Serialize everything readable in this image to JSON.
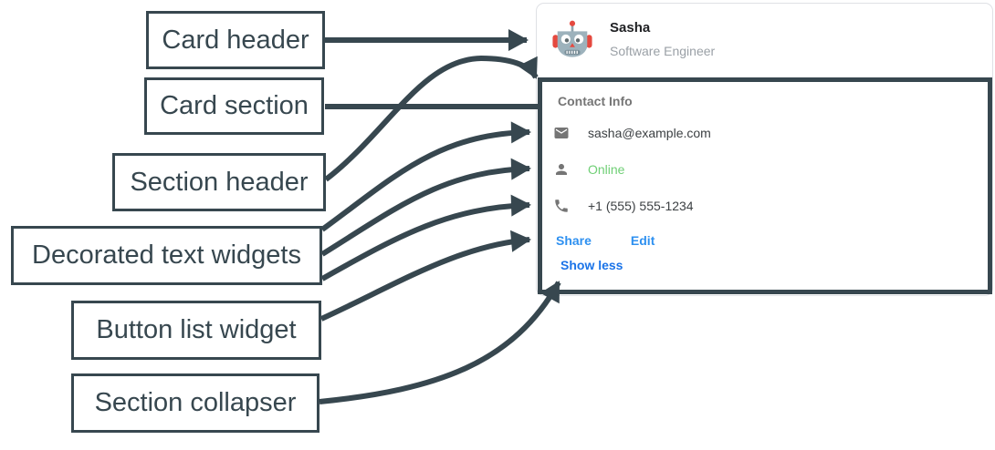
{
  "diagram_labels": {
    "card_header": "Card header",
    "card_section": "Card section",
    "section_header": "Section header",
    "decorated_text_widgets": "Decorated text widgets",
    "button_list_widget": "Button list widget",
    "section_collapser": "Section collapser"
  },
  "card": {
    "header": {
      "avatar_icon": "robot-avatar-icon",
      "name": "Sasha",
      "subtitle": "Software Engineer"
    },
    "section": {
      "title": "Contact Info",
      "rows": [
        {
          "icon": "email-icon",
          "text": "sasha@example.com",
          "text_color": "#3C4043"
        },
        {
          "icon": "person-icon",
          "text": "Online",
          "text_color": "#6FCF75"
        },
        {
          "icon": "phone-icon",
          "text": "+1 (555) 555-1234",
          "text_color": "#3C4043"
        }
      ],
      "buttons": [
        {
          "label": "Share"
        },
        {
          "label": "Edit"
        }
      ],
      "collapser_label": "Show less"
    }
  },
  "colors": {
    "annotation_dark": "#37474F",
    "link_blue": "#2E90F0",
    "collapser_blue": "#1A73E8",
    "online_green": "#6FCF75",
    "icon_gray": "#757575",
    "name_text": "#202124",
    "subtitle_gray": "#9AA0A6",
    "section_title_gray": "#757575",
    "card_border": "#DFE1E5"
  }
}
